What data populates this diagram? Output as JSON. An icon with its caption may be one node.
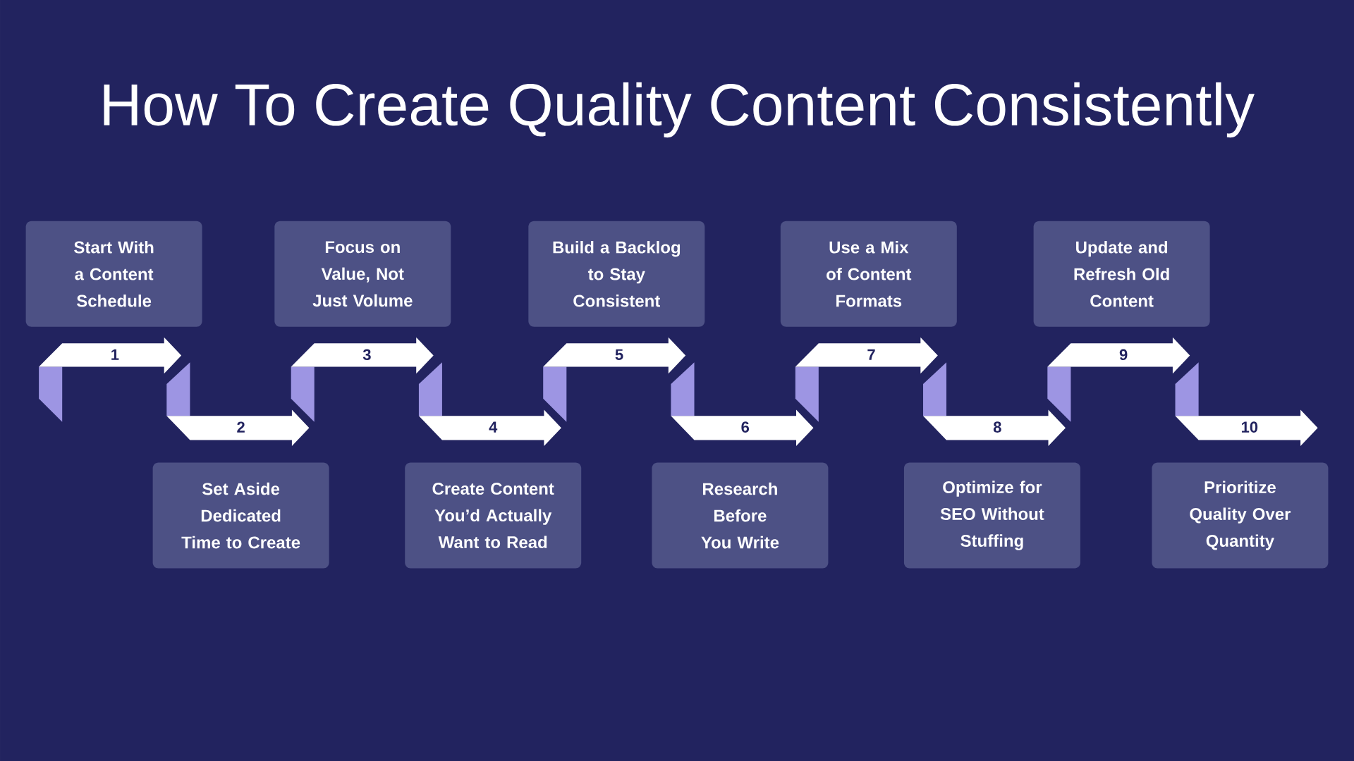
{
  "diagram": {
    "title": "How To Create Quality Content Consistently",
    "nodes": [
      {
        "text": [
          "Start With a Content Schedule"
        ],
        "beside": [
          "1"
        ]
      },
      {
        "text": [
          "Set Aside Dedicated Time to Create"
        ],
        "beside": [
          "2"
        ]
      },
      {
        "text": [
          "Focus on Value, Not Just Volume"
        ],
        "beside": [
          "3"
        ]
      },
      {
        "text": [
          "Create Content You’d Actually Want to Read"
        ],
        "beside": [
          "4"
        ]
      },
      {
        "text": [
          "Build a Backlog to Stay Consistent"
        ],
        "beside": [
          "5"
        ]
      },
      {
        "text": [
          "Research Before You Write"
        ],
        "beside": [
          "6"
        ]
      },
      {
        "text": [
          "Use a Mix of Content Formats"
        ],
        "beside": [
          "7"
        ]
      },
      {
        "text": [
          "Optimize for SEO Without Stuffing"
        ],
        "beside": [
          "8"
        ]
      },
      {
        "text": [
          "Update and Refresh Old Content"
        ],
        "beside": [
          "9"
        ]
      },
      {
        "text": [
          "Prioritize Quality Over Quantity"
        ],
        "beside": [
          "10"
        ]
      }
    ]
  }
}
